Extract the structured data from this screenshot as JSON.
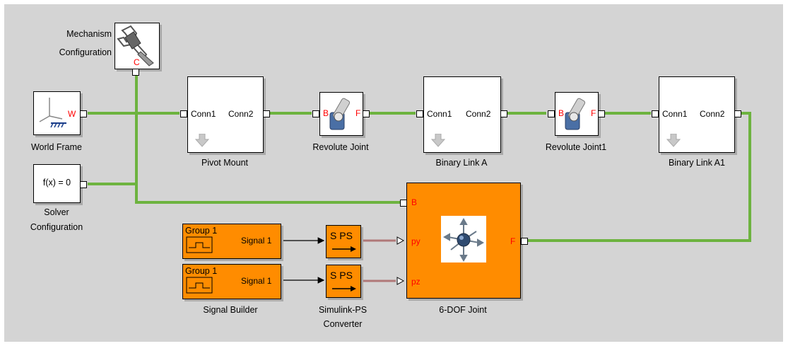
{
  "blocks": {
    "mechanism": {
      "label_line1": "Mechanism",
      "label_line2": "Configuration",
      "port": "C"
    },
    "world_frame": {
      "label": "World Frame",
      "port": "W"
    },
    "solver": {
      "label_line1": "Solver",
      "label_line2": "Configuration",
      "content": "f(x) = 0"
    },
    "pivot_mount": {
      "label": "Pivot Mount",
      "port_left": "Conn1",
      "port_right": "Conn2"
    },
    "revolute_joint": {
      "label": "Revolute Joint",
      "port_base": "B",
      "port_follower": "F"
    },
    "binary_link_a": {
      "label": "Binary Link A",
      "port_left": "Conn1",
      "port_right": "Conn2"
    },
    "revolute_joint1": {
      "label": "Revolute Joint1",
      "port_base": "B",
      "port_follower": "F"
    },
    "binary_link_a1": {
      "label": "Binary Link A1",
      "port_left": "Conn1",
      "port_right": "Conn2"
    },
    "six_dof": {
      "label": "6-DOF Joint",
      "port_b": "B",
      "port_py": "py",
      "port_pz": "pz",
      "port_f": "F"
    },
    "signal_builder": {
      "label": "Signal Builder",
      "group1": "Group 1",
      "signal1": "Signal 1",
      "group2": "Group 1",
      "signal2": "Signal 1"
    },
    "simulink_ps": {
      "label_line1": "Simulink-PS",
      "label_line2": "Converter",
      "text1": "S PS",
      "text2": "S PS"
    }
  },
  "colors": {
    "canvas_bg": "#d4d4d4",
    "physical_line": "#6db33f",
    "signal_line": "#000000",
    "ps_line": "#b07878",
    "orange_block": "#ff8c00",
    "port_text_red": "#ff0000"
  }
}
